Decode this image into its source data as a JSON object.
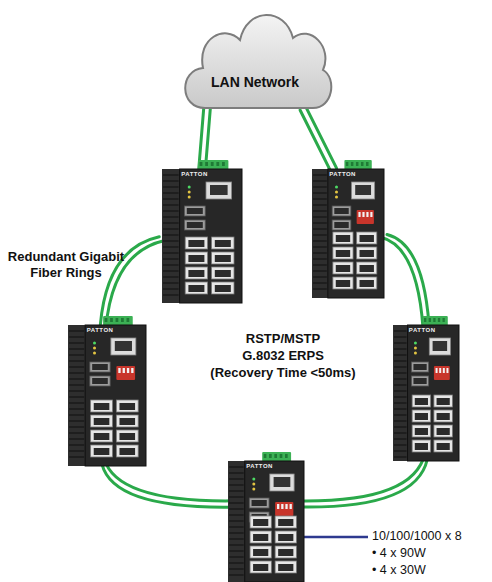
{
  "diagram": {
    "nodes": [
      {
        "text": [
          "LAN Network"
        ]
      },
      {
        "text": [
          "PATTON"
        ]
      },
      {
        "text": [
          "PATTON"
        ]
      },
      {
        "text": [
          "PATTON"
        ]
      },
      {
        "text": [
          "PATTON"
        ]
      },
      {
        "text": [
          "PATTON"
        ]
      }
    ],
    "edges": [
      {
        "from": 0,
        "to": 1,
        "arrow": "none"
      },
      {
        "from": 0,
        "to": 2,
        "arrow": "none"
      },
      {
        "from": 1,
        "to": 3,
        "arrow": "none"
      },
      {
        "from": 3,
        "to": 5,
        "arrow": "none"
      },
      {
        "from": 5,
        "to": 4,
        "arrow": "none"
      },
      {
        "from": 4,
        "to": 2,
        "arrow": "none"
      }
    ],
    "labels": [
      "Redundant Gigabit Fiber Rings",
      "RSTP/MSTP",
      "G.8032 ERPS",
      "(Recovery Time <50ms)",
      "10/100/1000 x 8",
      "• 4 x 90W",
      "• 4 x 30W"
    ]
  }
}
